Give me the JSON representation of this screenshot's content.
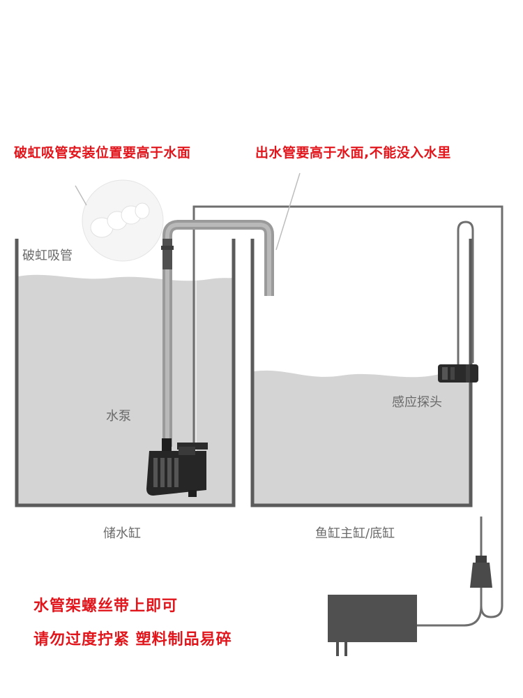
{
  "notes": {
    "siphon_note": "破虹吸管安装位置要高于水面",
    "outlet_note": "出水管要高于水面,不能没入水里",
    "bracket_note": "水管架螺丝带上即可",
    "caution_note": "请勿过度拧紧 塑料制品易碎"
  },
  "labels": {
    "siphon_pipe": "破虹吸管",
    "pump": "水泵",
    "sensor": "感应探头",
    "reservoir": "储水缸",
    "main_tank": "鱼缸主缸/底缸"
  },
  "colors": {
    "accent_red": "#e1161c",
    "water": "#d4d4d4",
    "tank_wall": "#5b5b5b",
    "pump": "#202020",
    "hose": "#6e6e6e"
  }
}
